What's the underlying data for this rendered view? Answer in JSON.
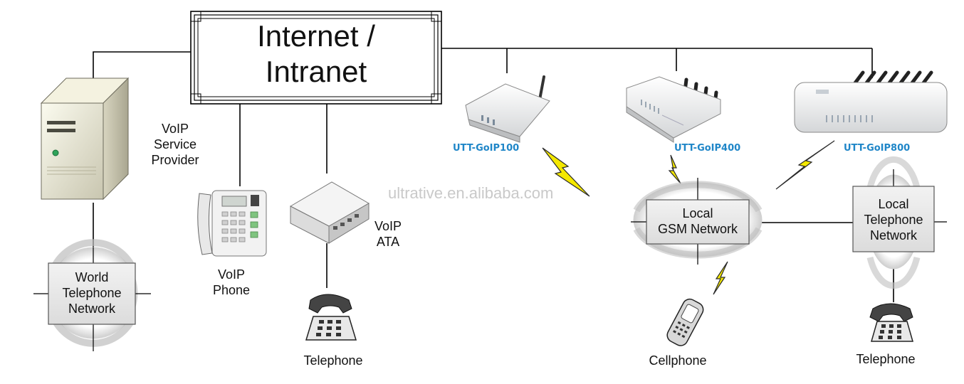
{
  "diagram": {
    "internet": {
      "line1": "Internet /",
      "line2": "Intranet"
    },
    "voip_provider": {
      "line1": "VoIP",
      "line2": "Service",
      "line3": "Provider"
    },
    "world_network": {
      "line1": "World",
      "line2": "Telephone",
      "line3": "Network"
    },
    "voip_phone": {
      "line1": "VoIP",
      "line2": "Phone"
    },
    "voip_ata": {
      "line1": "VoIP",
      "line2": "ATA"
    },
    "telephone_left": "Telephone",
    "watermark": "ultrative.en.alibaba.com",
    "goip100": "UTT-GoIP100",
    "goip400": "UTT-GoIP400",
    "goip800": "UTT-GoIP800",
    "gsm_network": {
      "line1": "Local",
      "line2": "GSM Network"
    },
    "local_telephone_network": {
      "line1": "Local",
      "line2": "Telephone",
      "line3": "Network"
    },
    "cellphone": "Cellphone",
    "telephone_right": "Telephone",
    "colors": {
      "device_label": "#1f86c8",
      "lightning": "#f2e600",
      "line": "#000000"
    }
  }
}
